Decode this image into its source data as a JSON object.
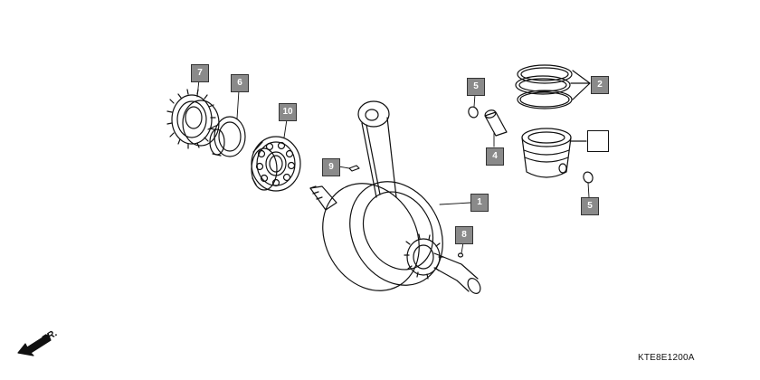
{
  "diagram": {
    "code": "KTE8E1200A",
    "direction_label": "FR.",
    "callouts": [
      {
        "ref": "7"
      },
      {
        "ref": "6"
      },
      {
        "ref": "10"
      },
      {
        "ref": "9"
      },
      {
        "ref": "5"
      },
      {
        "ref": "4"
      },
      {
        "ref": "2"
      },
      {
        "ref": "1"
      },
      {
        "ref": "8"
      },
      {
        "ref": "5"
      },
      {
        "ref": ""
      }
    ]
  },
  "colors": {
    "line": "#111111",
    "callout_fill": "#8a8a8a",
    "background": "#ffffff"
  }
}
